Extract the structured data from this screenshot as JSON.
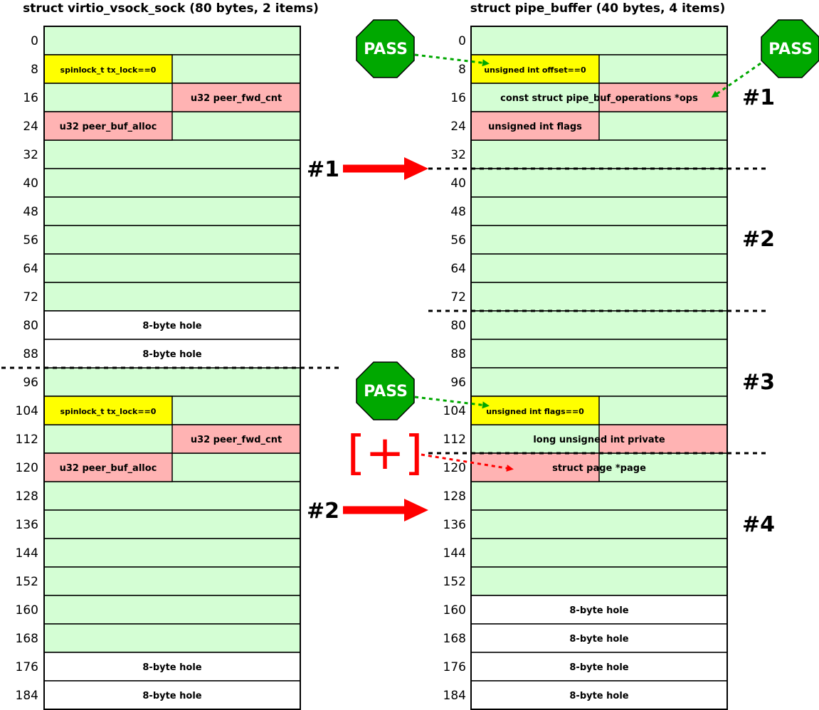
{
  "left": {
    "title": "struct virtio_vsock_sock (80 bytes, 2 items)",
    "offsets": [
      "0",
      "8",
      "16",
      "24",
      "32",
      "40",
      "48",
      "56",
      "64",
      "72",
      "80",
      "88",
      "96",
      "104",
      "112",
      "120",
      "128",
      "136",
      "144",
      "152",
      "160",
      "168",
      "176",
      "184"
    ],
    "fields": [
      {
        "row": 1,
        "half": "left",
        "text": "spinlock_t tx_lock==0",
        "fill": "#ffff00",
        "small": true
      },
      {
        "row": 2,
        "half": "right",
        "text": "u32 peer_fwd_cnt",
        "fill": "#ffb3b3"
      },
      {
        "row": 3,
        "half": "left",
        "text": "u32 peer_buf_alloc",
        "fill": "#ffb3b3"
      },
      {
        "row": 10,
        "half": "full",
        "text": "8-byte hole",
        "fill": "#ffffff"
      },
      {
        "row": 11,
        "half": "full",
        "text": "8-byte hole",
        "fill": "#ffffff"
      },
      {
        "row": 13,
        "half": "left",
        "text": "spinlock_t tx_lock==0",
        "fill": "#ffff00",
        "small": true
      },
      {
        "row": 14,
        "half": "right",
        "text": "u32 peer_fwd_cnt",
        "fill": "#ffb3b3"
      },
      {
        "row": 15,
        "half": "left",
        "text": "u32 peer_buf_alloc",
        "fill": "#ffb3b3"
      },
      {
        "row": 22,
        "half": "full",
        "text": "8-byte hole",
        "fill": "#ffffff"
      },
      {
        "row": 23,
        "half": "full",
        "text": "8-byte hole",
        "fill": "#ffffff"
      }
    ]
  },
  "right": {
    "title": "struct pipe_buffer (40 bytes, 4 items)",
    "offsets": [
      "0",
      "8",
      "16",
      "24",
      "32",
      "40",
      "48",
      "56",
      "64",
      "72",
      "80",
      "88",
      "96",
      "104",
      "112",
      "120",
      "128",
      "136",
      "144",
      "152",
      "160",
      "168",
      "176",
      "184"
    ],
    "fields": [
      {
        "row": 1,
        "half": "left",
        "text": "unsigned int offset==0",
        "fill": "#ffff00",
        "small": true
      },
      {
        "row": 2,
        "half": "right",
        "text": "const struct pipe_buf_operations *ops",
        "fill": "#ffb3b3",
        "span": "full"
      },
      {
        "row": 3,
        "half": "left",
        "text": "unsigned int flags",
        "fill": "#ffb3b3"
      },
      {
        "row": 13,
        "half": "left",
        "text": "unsigned int flags==0",
        "fill": "#ffff00",
        "small": true
      },
      {
        "row": 14,
        "half": "right",
        "text": "long unsigned int private",
        "fill": "#ffb3b3",
        "span": "full"
      },
      {
        "row": 15,
        "half": "left",
        "text": "struct page *page",
        "fill": "#ffb3b3",
        "span": "full"
      },
      {
        "row": 20,
        "half": "full",
        "text": "8-byte hole",
        "fill": "#ffffff"
      },
      {
        "row": 21,
        "half": "full",
        "text": "8-byte hole",
        "fill": "#ffffff"
      },
      {
        "row": 22,
        "half": "full",
        "text": "8-byte hole",
        "fill": "#ffffff"
      },
      {
        "row": 23,
        "half": "full",
        "text": "8-byte hole",
        "fill": "#ffffff"
      }
    ],
    "item_labels": [
      "#1",
      "#2",
      "#3",
      "#4"
    ]
  },
  "arrows": {
    "label_1": "#1",
    "label_2": "#2"
  },
  "pass_label": "PASS",
  "plus_label": "[+]",
  "colors": {
    "empty": "#d4fed4",
    "yellow": "#ffff00",
    "pink": "#ffb3b3",
    "hole": "#ffffff",
    "pass_green": "#00a800",
    "arrow_red": "#ff0000",
    "dotted_green": "#00a800"
  }
}
